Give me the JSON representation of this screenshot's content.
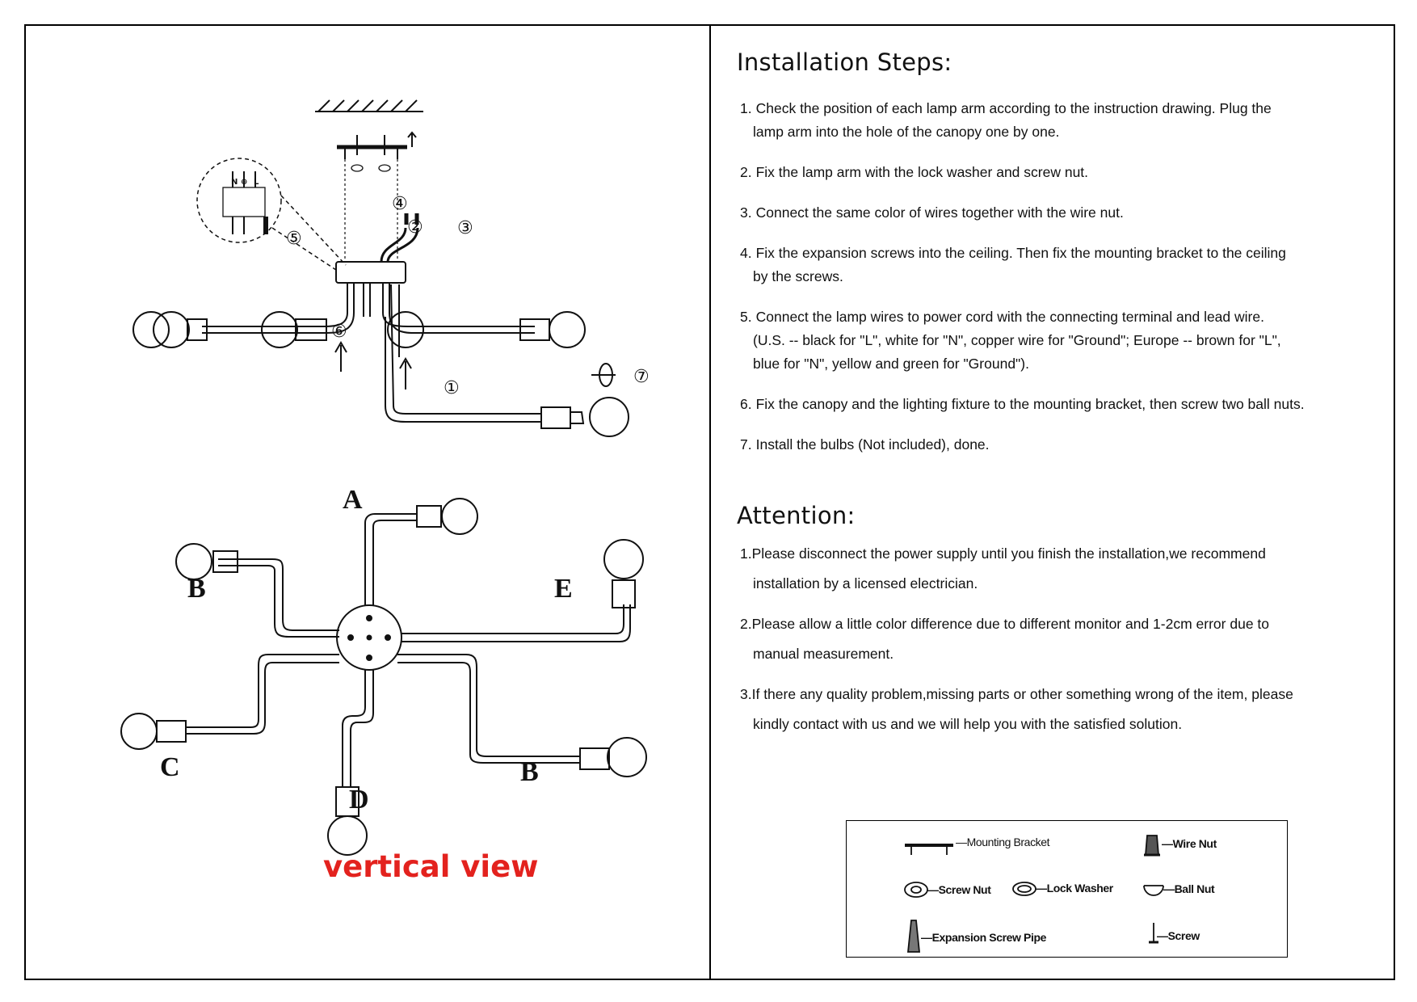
{
  "diagram": {
    "callouts": [
      "①",
      "②",
      "③",
      "④",
      "⑤",
      "⑥",
      "⑦"
    ],
    "terminal_labels": [
      "N",
      "⊕",
      "L"
    ],
    "arm_labels": [
      "A",
      "B",
      "E",
      "C",
      "B",
      "D"
    ],
    "view_caption": "vertical view"
  },
  "installation": {
    "title": "Installation Steps:",
    "steps": [
      {
        "num": "1.",
        "lines": [
          "Check the position of each lamp arm according to the instruction drawing. Plug the",
          "lamp arm into the hole of the canopy one by one."
        ]
      },
      {
        "num": "2.",
        "lines": [
          "Fix the lamp arm with the lock washer and screw nut."
        ]
      },
      {
        "num": "3.",
        "lines": [
          "Connect the same color of wires together with the wire nut."
        ]
      },
      {
        "num": "4.",
        "lines": [
          "Fix the expansion screws into the ceiling. Then fix the mounting bracket to the ceiling",
          "by the screws."
        ]
      },
      {
        "num": "5.",
        "lines": [
          "Connect the lamp wires to power cord with the connecting terminal and lead wire.",
          "(U.S. -- black for \"L\", white for \"N\", copper wire for \"Ground\"; Europe -- brown for \"L\",",
          "blue for \"N\", yellow and green for \"Ground\")."
        ]
      },
      {
        "num": "6.",
        "lines": [
          "Fix the canopy and the lighting fixture to the mounting bracket, then screw two ball nuts."
        ]
      },
      {
        "num": "7.",
        "lines": [
          "Install the bulbs (Not included), done."
        ]
      }
    ]
  },
  "attention": {
    "title": "Attention:",
    "items": [
      {
        "num": "1.",
        "lines": [
          "Please disconnect the power supply until you finish the installation,we recommend",
          "installation by a licensed electrician."
        ]
      },
      {
        "num": "2.",
        "lines": [
          "Please allow a little color difference due to different monitor and 1-2cm error due to",
          "manual measurement."
        ]
      },
      {
        "num": "3.",
        "lines": [
          "If there any quality problem,missing parts or other something wrong of the item, please",
          "kindly contact with us and we will help you with the satisfied solution."
        ]
      }
    ]
  },
  "legend": {
    "mounting_bracket": "—Mounting Bracket",
    "wire_nut": "—Wire Nut",
    "screw_nut": "—Screw Nut",
    "lock_washer": "—Lock Washer",
    "ball_nut": "—Ball Nut",
    "expansion_screw_pipe": "—Expansion Screw Pipe",
    "screw": "—Screw"
  }
}
